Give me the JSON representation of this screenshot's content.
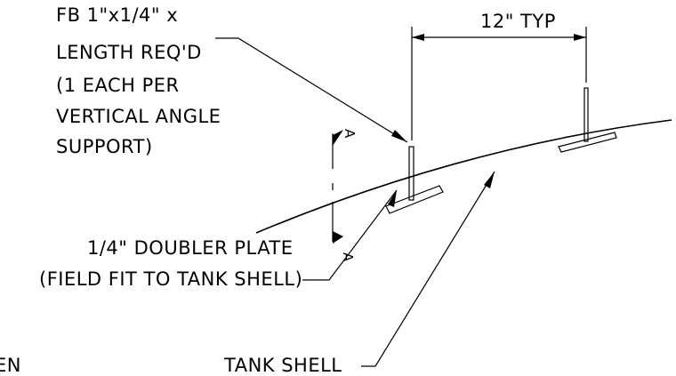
{
  "labels": {
    "flat_bar": [
      "FB 1\"x1/4\"   x",
      "LENGTH REQ'D",
      "(1 EACH PER",
      "VERTICAL ANGLE",
      "SUPPORT)"
    ],
    "spacing": "12\" TYP",
    "doubler": [
      "1/4\" DOUBLER  PLATE",
      "(FIELD FIT TO TANK SHELL)"
    ],
    "tank_shell": "TANK SHELL",
    "section_mark": "A",
    "cut_off_text": "EN"
  },
  "colors": {
    "ink": "#000000",
    "paper": "#ffffff"
  }
}
